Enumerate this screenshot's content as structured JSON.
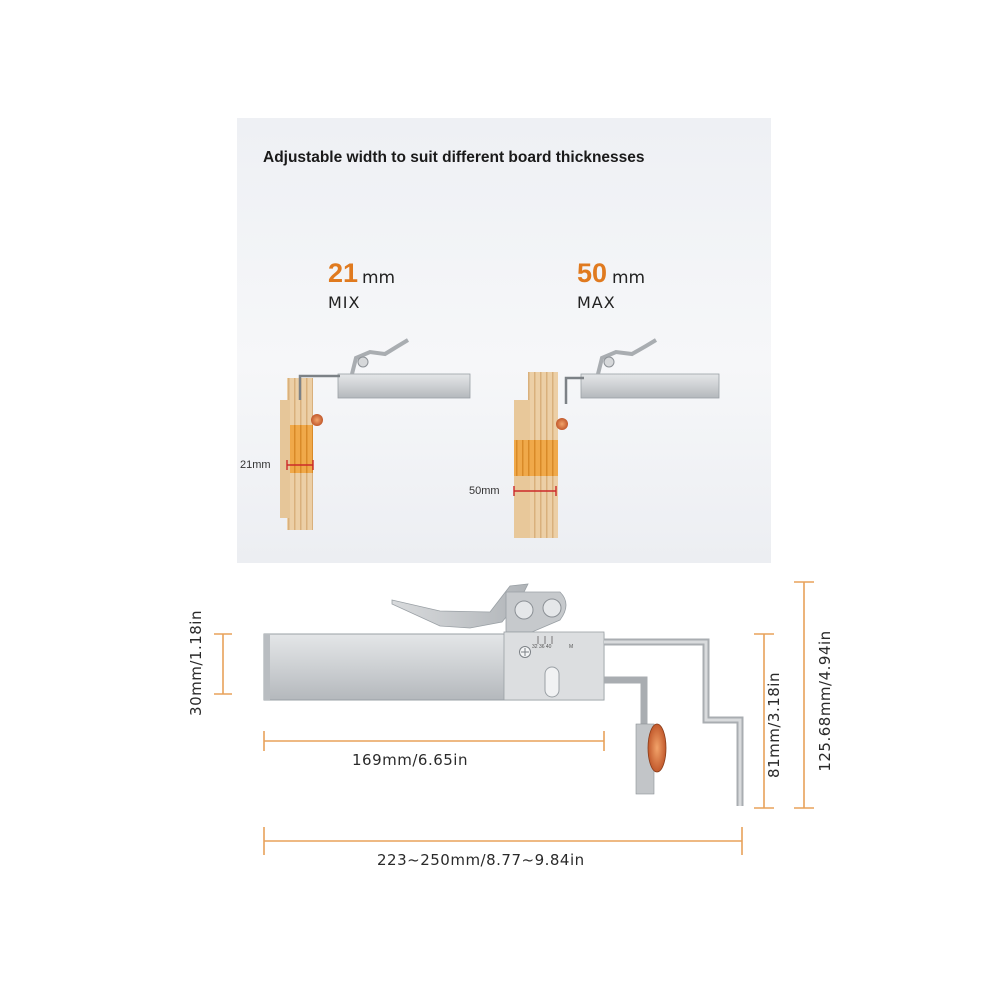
{
  "headline": "Adjustable width to suit different board thicknesses",
  "variant_min": {
    "value": "21",
    "unit": "mm",
    "label": "MIX",
    "measure": "21mm"
  },
  "variant_max": {
    "value": "50",
    "unit": "mm",
    "label": "MAX",
    "measure": "50mm"
  },
  "dimensions": {
    "body_height": "30mm/1.18in",
    "body_length": "169mm/6.65in",
    "total_length": "223~250mm/8.77~9.84in",
    "arm_height": "81mm/3.18in",
    "total_height": "125.68mm/4.94in"
  },
  "scale_marks": "32 36 40",
  "scale_mark_end": "M",
  "colors": {
    "accent": "#e07a1f",
    "dimension_line": "#e8a25a",
    "metal": "#c9cccf",
    "wood": "#e8c9a0"
  }
}
